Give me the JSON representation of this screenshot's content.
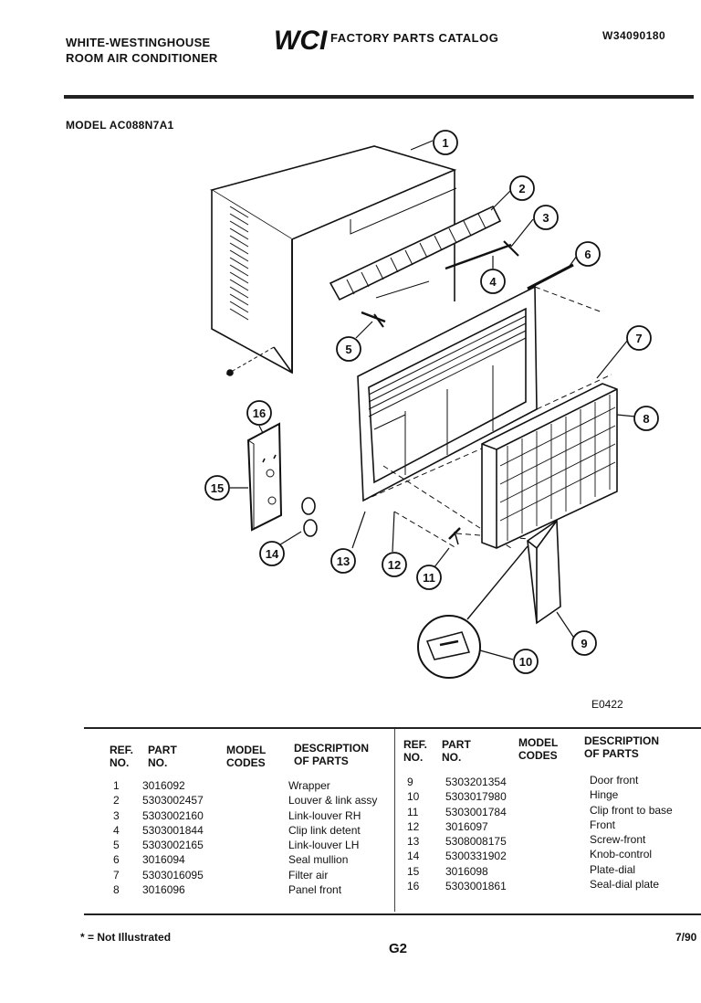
{
  "header": {
    "brand_line1": "WHITE-WESTINGHOUSE",
    "brand_line2": "ROOM AIR CONDITIONER",
    "logo_text": "WCI",
    "catalog_title": "FACTORY PARTS CATALOG",
    "catalog_code": "W34090180"
  },
  "model": "MODEL AC088N7A1",
  "figure_code": "E0422",
  "callouts": [
    "1",
    "2",
    "3",
    "4",
    "5",
    "6",
    "7",
    "8",
    "9",
    "10",
    "11",
    "12",
    "13",
    "14",
    "15",
    "16"
  ],
  "table_headers": {
    "ref": "REF.\nNO.",
    "part": "PART\nNO.",
    "codes": "MODEL\nCODES",
    "desc": "DESCRIPTION\nOF PARTS"
  },
  "parts_left": [
    {
      "ref": "1",
      "part": "3016092",
      "desc": "Wrapper"
    },
    {
      "ref": "2",
      "part": "5303002457",
      "desc": "Louver & link assy"
    },
    {
      "ref": "3",
      "part": "5303002160",
      "desc": "Link-louver RH"
    },
    {
      "ref": "4",
      "part": "5303001844",
      "desc": "Clip link detent"
    },
    {
      "ref": "5",
      "part": "5303002165",
      "desc": "Link-louver LH"
    },
    {
      "ref": "6",
      "part": "3016094",
      "desc": "Seal mullion"
    },
    {
      "ref": "7",
      "part": "5303016095",
      "desc": "Filter air"
    },
    {
      "ref": "8",
      "part": "3016096",
      "desc": "Panel front"
    }
  ],
  "parts_right": [
    {
      "ref": "9",
      "part": "5303201354",
      "desc": "Door front"
    },
    {
      "ref": "10",
      "part": "5303017980",
      "desc": "Hinge"
    },
    {
      "ref": "11",
      "part": "5303001784",
      "desc": "Clip front to base"
    },
    {
      "ref": "12",
      "part": "3016097",
      "desc": "Front"
    },
    {
      "ref": "13",
      "part": "5308008175",
      "desc": "Screw-front"
    },
    {
      "ref": "14",
      "part": "5300331902",
      "desc": "Knob-control"
    },
    {
      "ref": "15",
      "part": "3016098",
      "desc": "Plate-dial"
    },
    {
      "ref": "16",
      "part": "5303001861",
      "desc": "Seal-dial plate"
    }
  ],
  "footnote": "* = Not Illustrated",
  "page_code": "G2",
  "date": "7/90",
  "colors": {
    "ink": "#111111",
    "paper": "#ffffff"
  }
}
